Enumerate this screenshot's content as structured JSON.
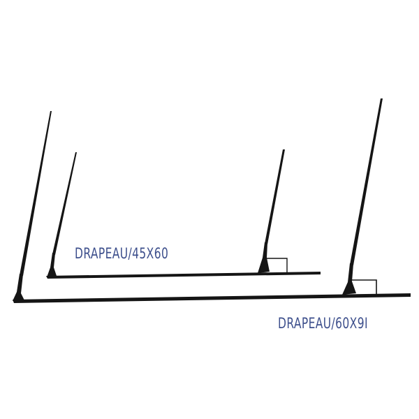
{
  "products": [
    {
      "id": "drapeau-45x60",
      "label": "DRAPEAU/45X60"
    },
    {
      "id": "drapeau-60x91",
      "label": "DRAPEAU/60X9I"
    }
  ],
  "colors": {
    "label": "#3d4f8c",
    "pole": "#151515",
    "background": "#ffffff"
  }
}
